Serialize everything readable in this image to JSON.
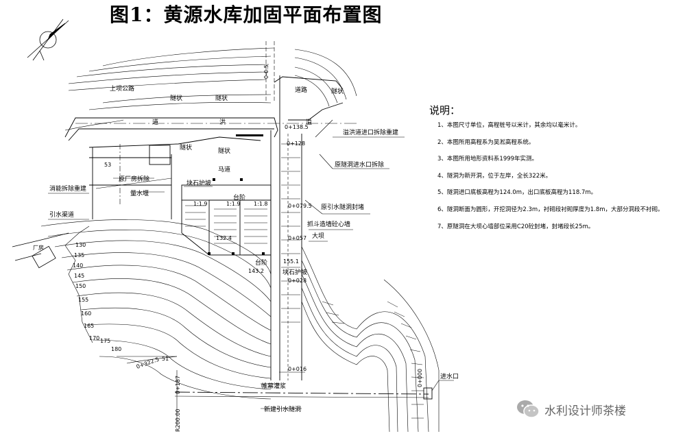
{
  "title": "图1：黄源水库加固平面布置图",
  "notes": {
    "heading": "说明：",
    "items": [
      "1、本图尺寸单位，高程桩号以米计，其余均以毫米计。",
      "2、本图所用高程系为吴淞高程系统。",
      "3、本图所用地形资料系1999年实测。",
      "4、隧洞为新开洞，位于左岸，全长322米。",
      "5、隧洞进口底板高程为124.0m，出口底板高程为118.7m。",
      "6、隧洞断面为圆形，开挖洞径为2.3m，衬砌段衬砌厚度为1.8m，大部分洞段不衬砌。",
      "7、原隧洞在大坝心墙部位采用C20砼封堵，封堵段长25m。"
    ]
  },
  "labels": {
    "highway": "上坝公路",
    "tunnel_1": "隧状",
    "tunnel_2": "隧状",
    "tunnel_3": "隧状",
    "tunnel_4": "隧状",
    "tunnel_5": "隧状",
    "spillway_dao": "道",
    "spillway_hong": "洪",
    "spillway_yi": "溢",
    "spillway_inlet_demolish": "溢洪道进口拆除重建",
    "chainage_0_138_5": "0+138.5",
    "chainage_0_128": "0+128",
    "orig_tunnel_inlet_demolish": "原隧洞进水口拆除",
    "orig_powerhouse_demolish": "原厂房拆除",
    "measure_weir": "量水堰",
    "stilling_demolish": "消能拆除重建",
    "intake_channel": "引水渠道",
    "powerhouse": "厂房",
    "riprap_top": "块石护坡",
    "horse_path": "马道",
    "slope_1": "1:1.9",
    "slope_2": "1:1.9",
    "slope_3": "1:1.8",
    "berm_1": "台阶",
    "berm_2": "台阶",
    "chainage_0_079_5": "0+079.5",
    "plug": "原引水隧洞封堵",
    "cutoff_wall": "抓斗造墙砼心墙",
    "dam": "大坝",
    "chainage_0_057": "0+057",
    "elev_155_1": "155.1",
    "elev_132_4": "132.4",
    "elev_143_2": "143.2",
    "riprap_bottom": "块石护坡",
    "chainage_0_028": "0+028",
    "chainage_0_016": "0+016",
    "curtain_grout": "帷幕灌浆",
    "chainage_0_000": "0+000",
    "inlet": "进水口",
    "new_tunnel": "新建引水隧洞",
    "r200": "R200.00",
    "chainage_0_187": "0+187",
    "chainage_0_322_5": "0+322.5",
    "chainage_0_51": "51",
    "elev_53": "53",
    "road_label": "道路",
    "top_05": "0-0.5",
    "c130": "130",
    "c135": "135",
    "c140": "140",
    "c145": "145",
    "c150": "150",
    "c155": "155",
    "c160": "160",
    "c165": "165",
    "c170": "170",
    "c175": "175",
    "c180": "180"
  },
  "watermark": {
    "text": "水利设计师茶楼",
    "icon": "wechat-icon"
  }
}
